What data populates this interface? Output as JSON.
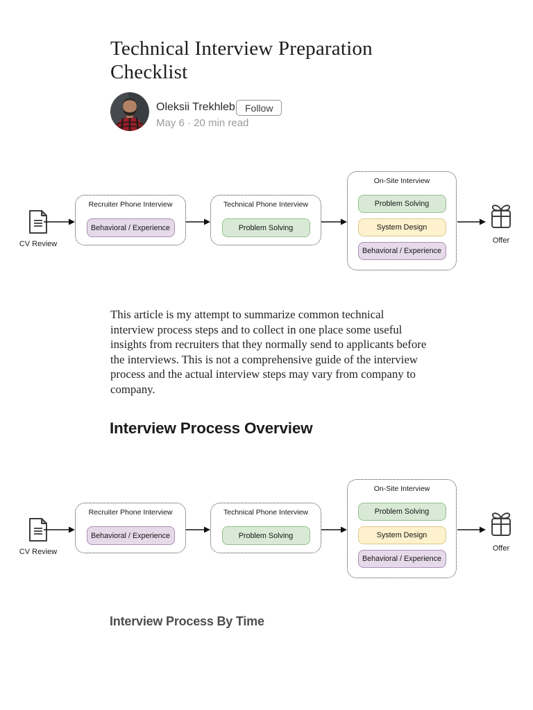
{
  "article": {
    "title": "Technical Interview Preparation Checklist",
    "author": {
      "name": "Oleksii Trekhleb",
      "follow_label": "Follow",
      "meta": "May 6 · 20 min read"
    },
    "intro_paragraph": "This article is my attempt to summarize common technical interview process steps and to collect in one place some useful insights from recruiters that they normally send to applicants before the interviews. This is not a comprehensive guide of the interview process and the actual interview steps may vary from company to company.",
    "section_heading": "Interview Process Overview",
    "subsection_heading": "Interview Process By Time"
  },
  "diagram": {
    "cv_label": "CV Review",
    "offer_label": "Offer",
    "stages": [
      {
        "title": "Recruiter Phone Interview",
        "pills": [
          {
            "label": "Behavioral / Experience",
            "color": "purple"
          }
        ]
      },
      {
        "title": "Technical Phone Interview",
        "pills": [
          {
            "label": "Problem Solving",
            "color": "green"
          }
        ]
      },
      {
        "title": "On-Site Interview",
        "pills": [
          {
            "label": "Problem Solving",
            "color": "green"
          },
          {
            "label": "System Design",
            "color": "yellow"
          },
          {
            "label": "Behavioral / Experience",
            "color": "purple"
          }
        ]
      }
    ],
    "pill_colors": {
      "purple": {
        "fill": "#E6DAEA",
        "border": "#A98FB4"
      },
      "green": {
        "fill": "#D8EAD6",
        "border": "#94BF8D"
      },
      "yellow": {
        "fill": "#FDF2CD",
        "border": "#DCC88E"
      }
    }
  }
}
